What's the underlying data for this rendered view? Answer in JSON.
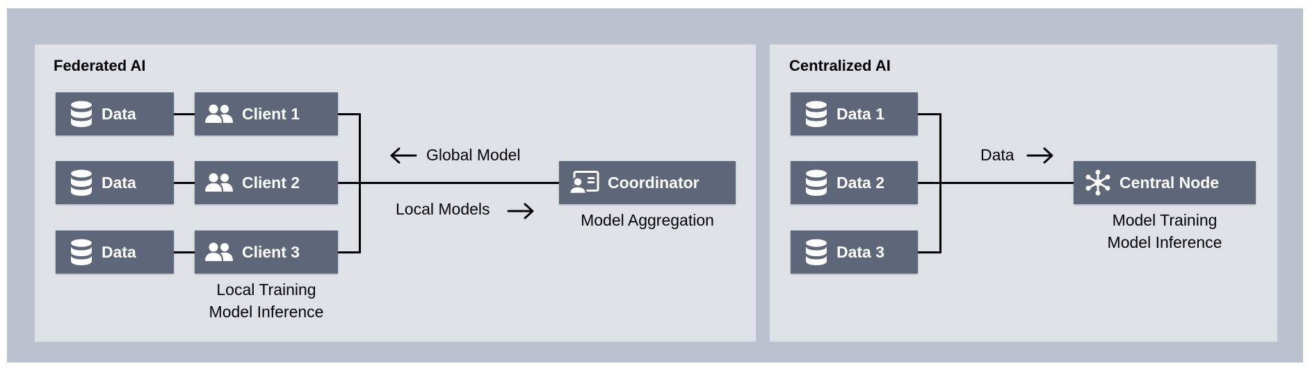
{
  "federated": {
    "title": "Federated AI",
    "data_label": "Data",
    "clients": [
      "Client 1",
      "Client 2",
      "Client 3"
    ],
    "clients_caption": [
      "Local Training",
      "Model Inference"
    ],
    "global_model_label": "Global Model",
    "local_models_label": "Local Models",
    "coordinator_label": "Coordinator",
    "coordinator_caption": "Model Aggregation"
  },
  "centralized": {
    "title": "Centralized AI",
    "data_items": [
      "Data 1",
      "Data 2",
      "Data 3"
    ],
    "data_flow_label": "Data",
    "central_node_label": "Central Node",
    "central_node_caption": [
      "Model Training",
      "Model Inference"
    ]
  },
  "colors": {
    "outer_background": "#bbc1ce",
    "panel_background": "#dee1e6",
    "box_fill": "#5e6779"
  },
  "icons": {
    "data": "database-icon",
    "client": "users-icon",
    "coordinator": "contact-card-icon",
    "central_node": "hub-network-icon"
  }
}
